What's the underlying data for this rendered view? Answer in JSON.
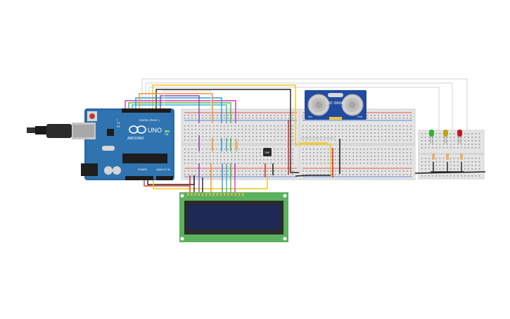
{
  "arduino": {
    "brand": "ARDUINO",
    "model": "UNO",
    "digital_label": "DIGITAL (PWM~)",
    "power_label": "POWER",
    "analog_label": "ANALOG IN",
    "tx_label": "TX",
    "rx_label": "RX",
    "on_label": "ON",
    "l_label": "L"
  },
  "ultrasonic_sensor": {
    "model": "HC-SR04",
    "pin_vcc": "Vcc",
    "pin_gnd": "Gnd"
  },
  "tmp_sensor": {
    "label": "TMP"
  },
  "leds": [
    {
      "color_name": "green",
      "color": "#2db52d"
    },
    {
      "color_name": "yellow",
      "color": "#b9a516"
    },
    {
      "color_name": "red",
      "color": "#c0171c"
    }
  ],
  "lcd": {
    "screen_color": "#1e2a55",
    "board_color": "#5cb15e"
  },
  "wire_colors": {
    "red": "#e53122",
    "black": "#222222",
    "yellow": "#f2c51c",
    "orange": "#f2902a",
    "green": "#56b146",
    "blue": "#2f9ad8",
    "purple": "#8a49b6",
    "magenta": "#cc3ab0",
    "grey": "#c8c8c8",
    "cyan": "#35b5c8",
    "white": "#e0e0e0"
  }
}
